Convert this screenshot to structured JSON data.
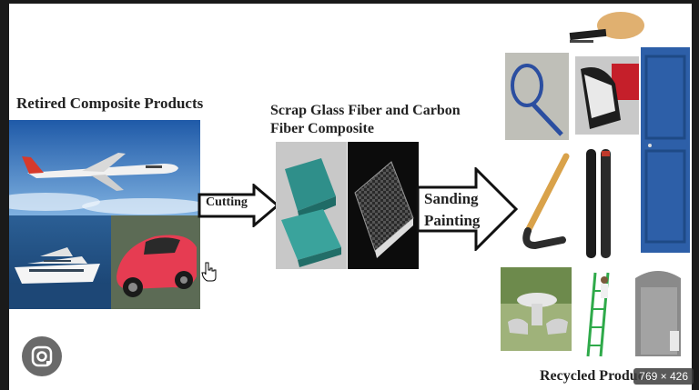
{
  "figure": {
    "retired_label": "Retired Composite Products",
    "scrap_label": "Scrap Glass Fiber and Carbon Fiber Composite",
    "cutting_label": "Cutting",
    "sanding_label_1": "Sanding",
    "sanding_label_2": "Painting",
    "recycled_label": "Recycled Products"
  },
  "overlay": {
    "dimensions": "769 × 426",
    "lens_icon": "google-lens-icon",
    "cursor_icon": "hand-pointer-icon"
  },
  "colors": {
    "sky": "#2f6fb8",
    "sea": "#1f4f8a",
    "car": "#e63c52",
    "teal": "#2f8f8a",
    "door": "#2d5fa8"
  }
}
